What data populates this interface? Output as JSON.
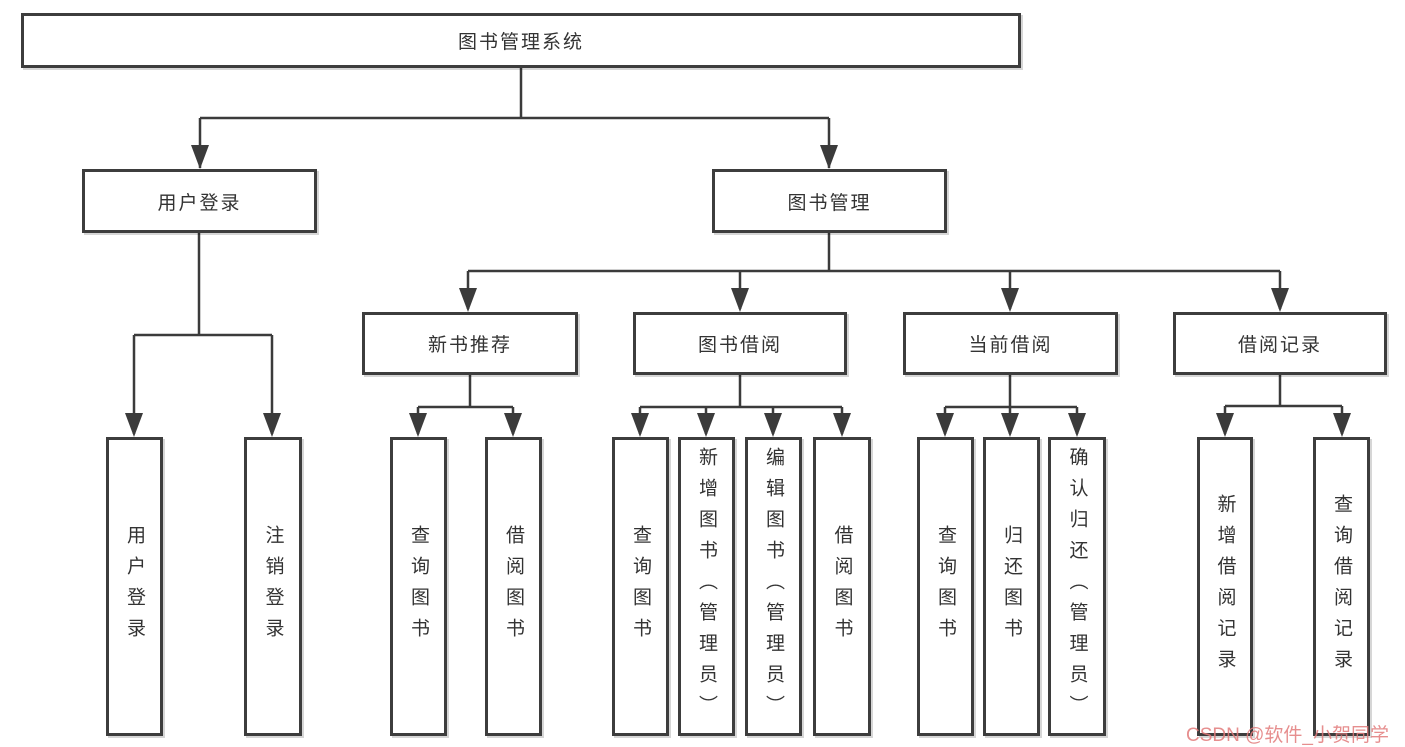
{
  "diagram_title": "图书管理系统",
  "style": {
    "line_color": "#3b3b3b",
    "box_border_color": "#3d3d3d",
    "text_color": "#333333",
    "watermark_color": "#e27a7a",
    "background": "#ffffff"
  },
  "tree": {
    "root": {
      "label": "图书管理系统"
    },
    "branches": [
      {
        "label": "用户登录",
        "children": [
          {
            "label": "用户登录"
          },
          {
            "label": "注销登录"
          }
        ]
      },
      {
        "label": "图书管理",
        "children": [
          {
            "label": "新书推荐",
            "children": [
              {
                "label": "查询图书"
              },
              {
                "label": "借阅图书"
              }
            ]
          },
          {
            "label": "图书借阅",
            "children": [
              {
                "label": "查询图书"
              },
              {
                "label": "新增图书（管理员）"
              },
              {
                "label": "编辑图书（管理员）"
              },
              {
                "label": "借阅图书"
              }
            ]
          },
          {
            "label": "当前借阅",
            "children": [
              {
                "label": "查询图书"
              },
              {
                "label": "归还图书"
              },
              {
                "label": "确认归还（管理员）"
              }
            ]
          },
          {
            "label": "借阅记录",
            "children": [
              {
                "label": "新增借阅记录"
              },
              {
                "label": "查询借阅记录"
              }
            ]
          }
        ]
      }
    ]
  },
  "watermark": "CSDN @软件_小贺同学"
}
